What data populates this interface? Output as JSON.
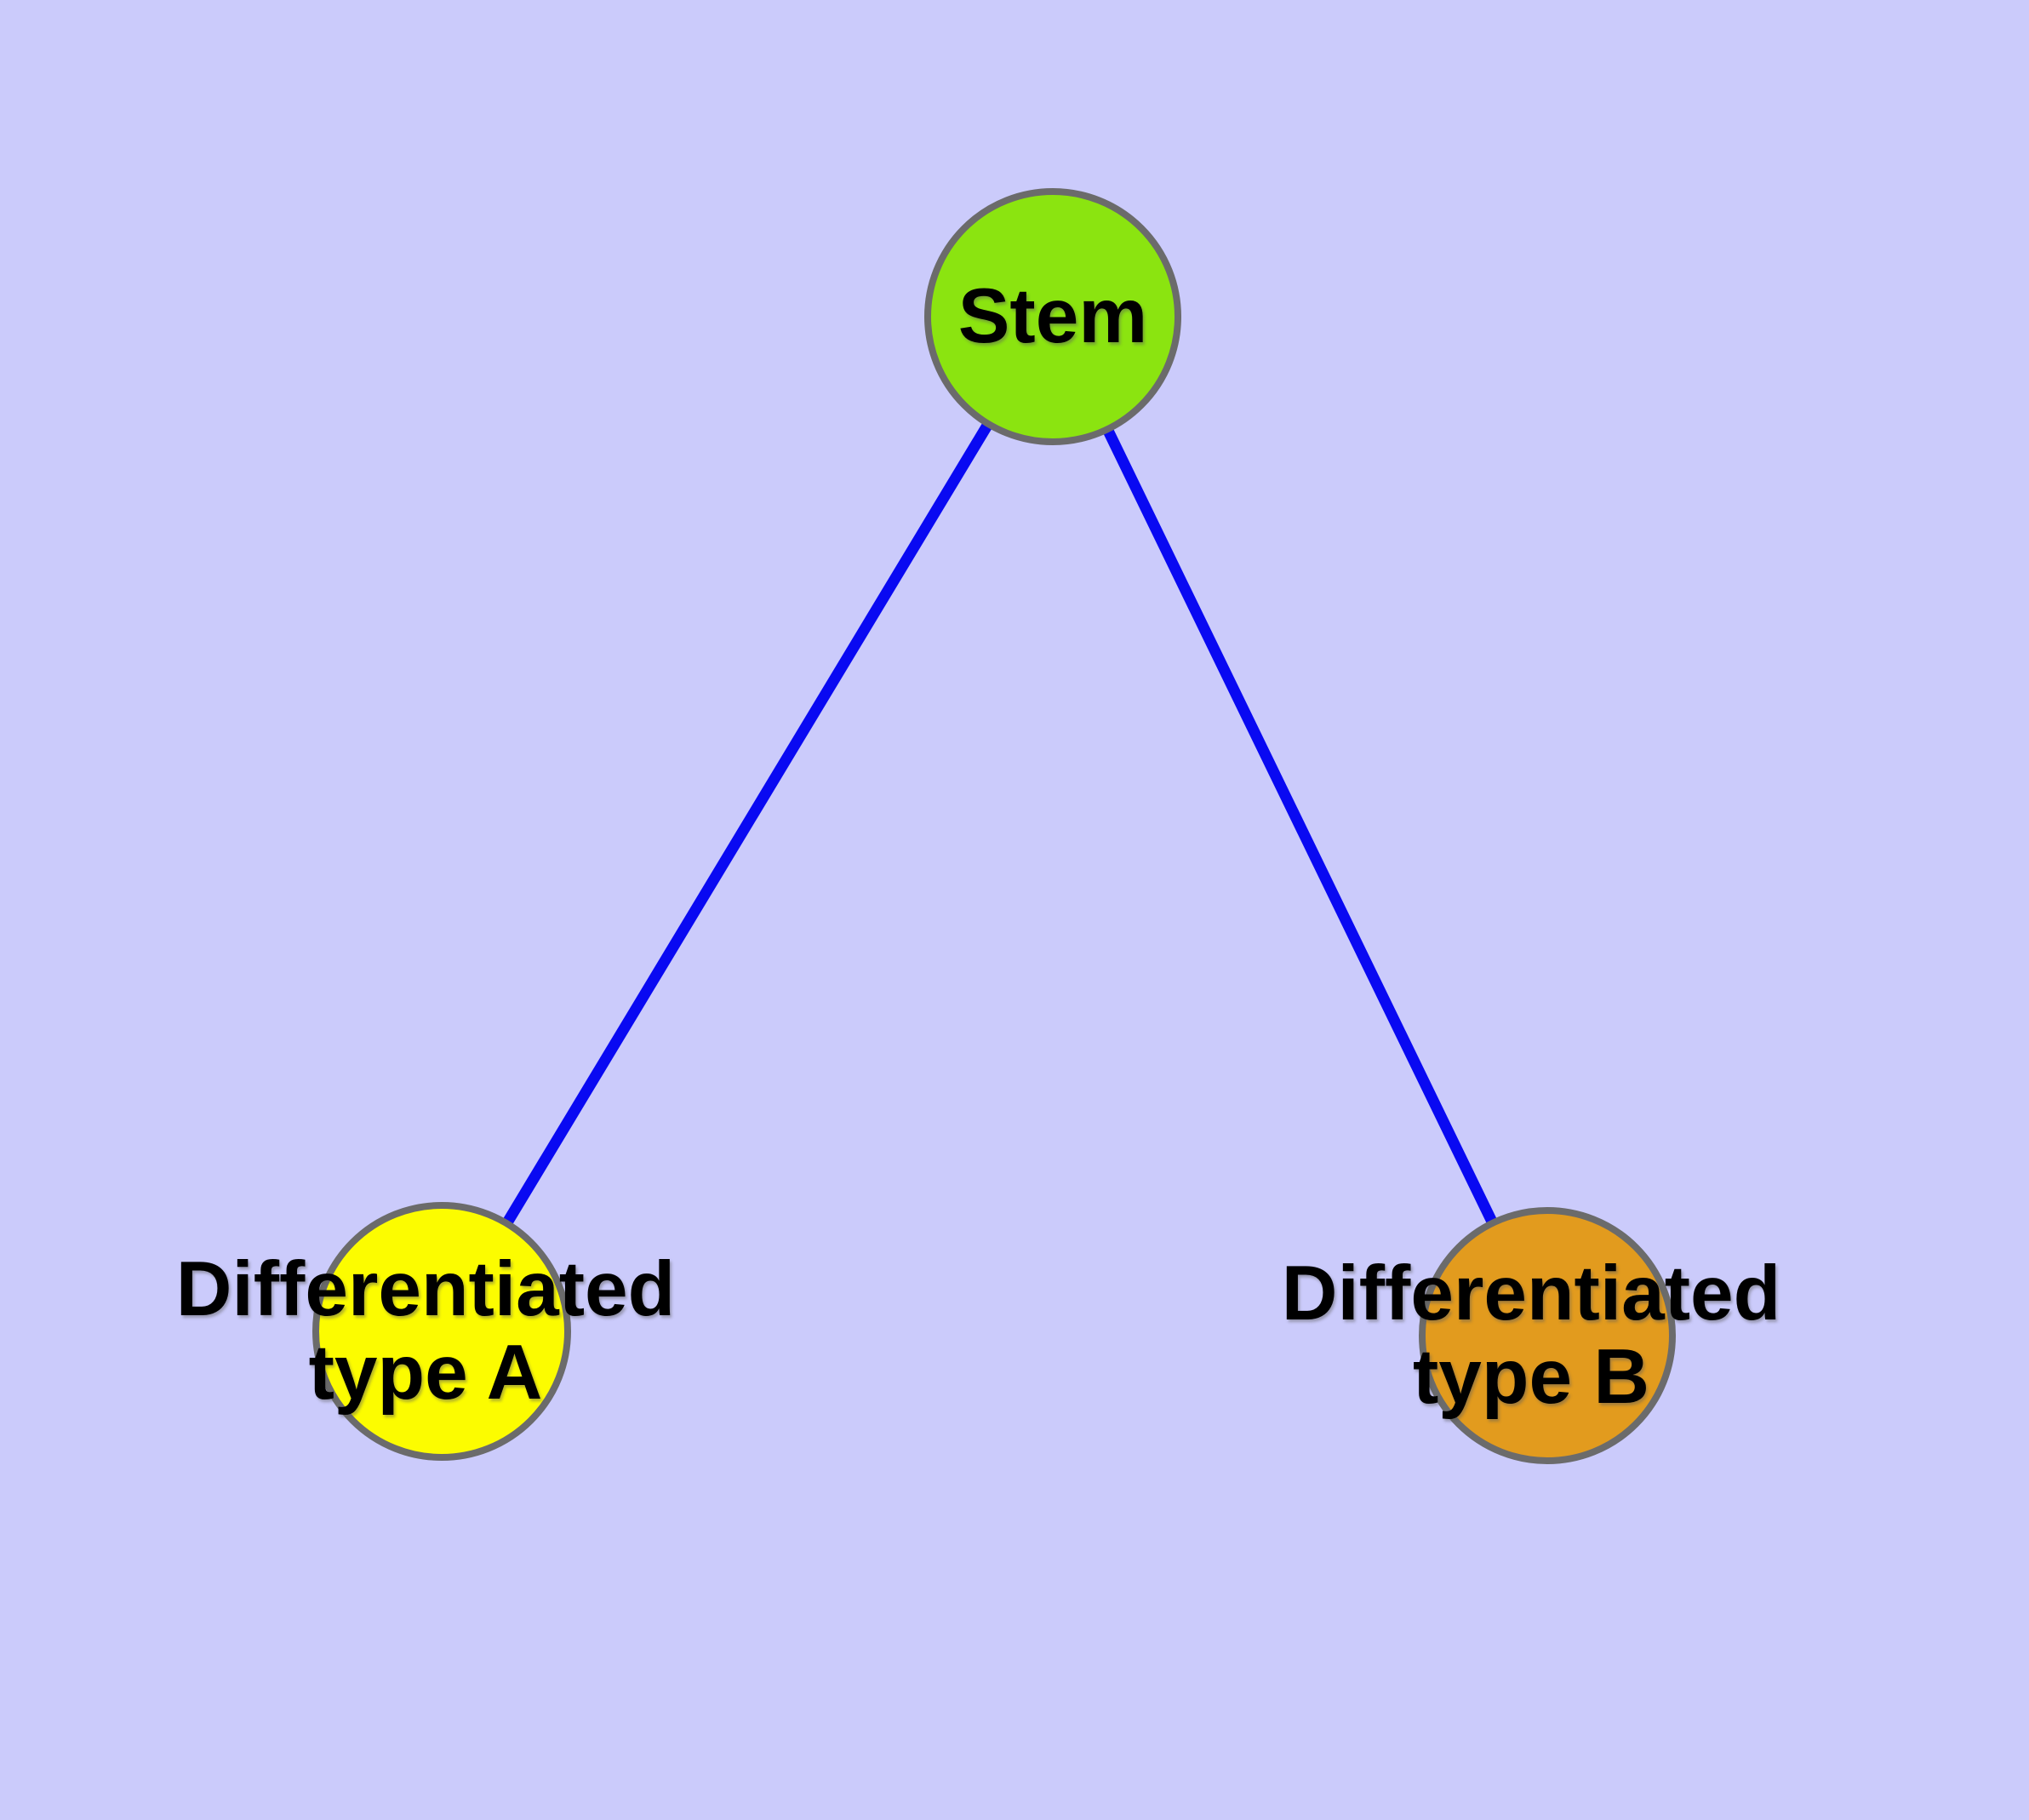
{
  "diagram": {
    "background_color": "#cbcbfb",
    "edge_color": "#0909f2",
    "node_border_color": "#6b6b6b",
    "label_color": "#000000",
    "nodes": {
      "stem": {
        "label": "Stem",
        "fill": "#8be410"
      },
      "type_a": {
        "label_line1": "Differentiated",
        "label_line2": "type A",
        "fill": "#fcfc00"
      },
      "type_b": {
        "label_line1": "Differentiated",
        "label_line2": "type B",
        "fill": "#e29b1e"
      }
    },
    "edges": [
      {
        "from": "Stem",
        "to": "Differentiated type A"
      },
      {
        "from": "Stem",
        "to": "Differentiated type B"
      }
    ]
  }
}
